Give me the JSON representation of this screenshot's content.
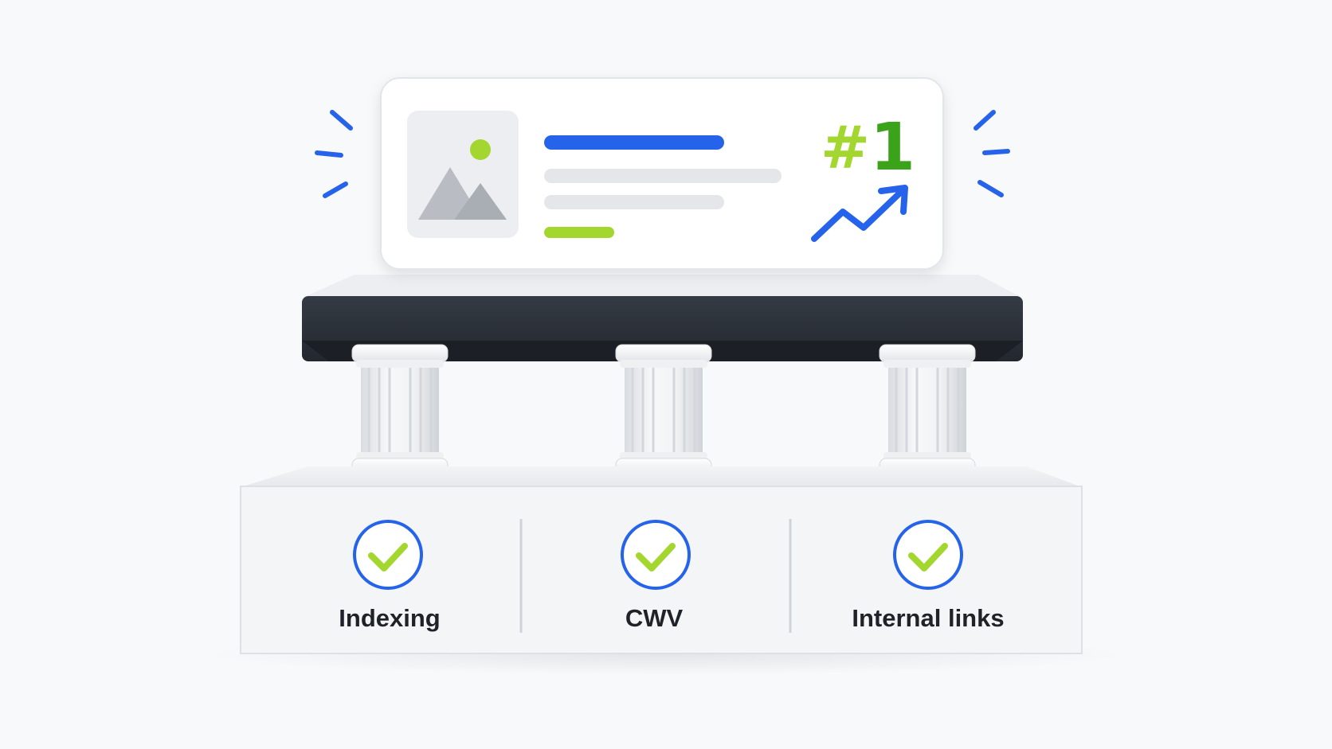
{
  "card": {
    "rank_hash": "#",
    "rank_number": "1"
  },
  "pillars": [
    {
      "label": "Indexing",
      "status": "checked"
    },
    {
      "label": "CWV",
      "status": "checked"
    },
    {
      "label": "Internal links",
      "status": "checked"
    }
  ],
  "colors": {
    "background": "#f8f9fa",
    "accent_blue": "#2563eb",
    "accent_lime": "#a3d730",
    "accent_green": "#3aa319",
    "dark_slab": "#2a2f37",
    "text": "#1f2329"
  },
  "icons": {
    "image_placeholder": "image-icon",
    "trend": "trending-up-icon",
    "check": "check-circle-icon"
  }
}
